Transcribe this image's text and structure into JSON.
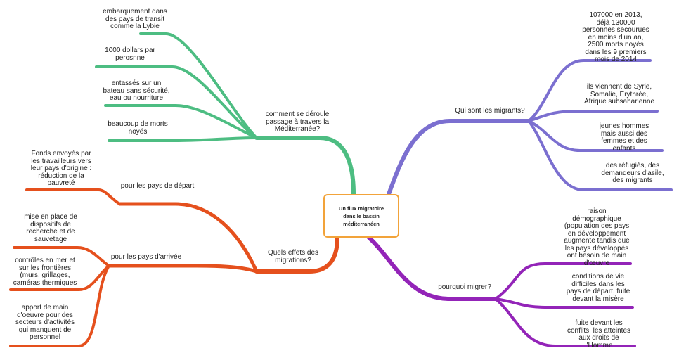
{
  "center": {
    "title": "Un flux migratoire\ndans le bassin\nméditerranéen"
  },
  "colors": {
    "green": "#4dbd82",
    "blue": "#7b6fd0",
    "orange": "#e5501d",
    "purple": "#9324b8",
    "center_border": "#f2a33a"
  },
  "branches": {
    "green": {
      "label": "comment se déroule\npassage à travers la\nMéditerranée?",
      "leaves": [
        "embarquement dans\ndes pays de transit\ncomme la Lybie",
        "1000 dollars par\nperosnne",
        "entassés sur un\nbateau sans sécurité,\neau ou nourriture",
        "beaucoup de morts\nnoyés"
      ]
    },
    "blue": {
      "label": "Qui sont les migrants?",
      "leaves": [
        "107000 en 2013,\ndéjà 130000\npersonnes secourues\nen moins d'un an,\n2500 morts noyés\ndans les 9 premiers\nmois de 2014",
        "ils viennent de Syrie,\nSomalie, Erythrée,\nAfrique subsaharienne",
        "jeunes hommes\nmais aussi des\nfemmes et des\nenfants",
        "des réfugiés, des\ndemandeurs d'asile,\ndes migrants"
      ]
    },
    "orange": {
      "label": "Quels effets des\nmigrations?",
      "sub": [
        {
          "label": "pour les pays de départ",
          "leaves": [
            "Fonds envoyés par\nles travailleurs vers\nleur pays d'origine :\nréduction de la\npauvreté"
          ]
        },
        {
          "label": "pour les pays d'arrivée",
          "leaves": [
            "mise en place de\ndispositifs de\nrecherche et de\nsauvetage",
            "contrôles en mer et\nsur les frontières\n(murs, grillages,\ncaméras thermiques",
            "apport de main\nd'oeuvre pour des\nsecteurs d'activités\nqui manquent de\npersonnel"
          ]
        }
      ]
    },
    "purple": {
      "label": "pourquoi migrer?",
      "leaves": [
        "raison\ndémographique\n(population des pays\nen développement\naugmente tandis que\nles pays développés\nont besoin de main\nd'œuvre",
        "conditions de vie\ndifficiles dans les\npays de départ, fuite\ndevant la misère",
        "fuite devant les\nconflits, les atteintes\naux droits de\nl'Homme"
      ]
    }
  }
}
